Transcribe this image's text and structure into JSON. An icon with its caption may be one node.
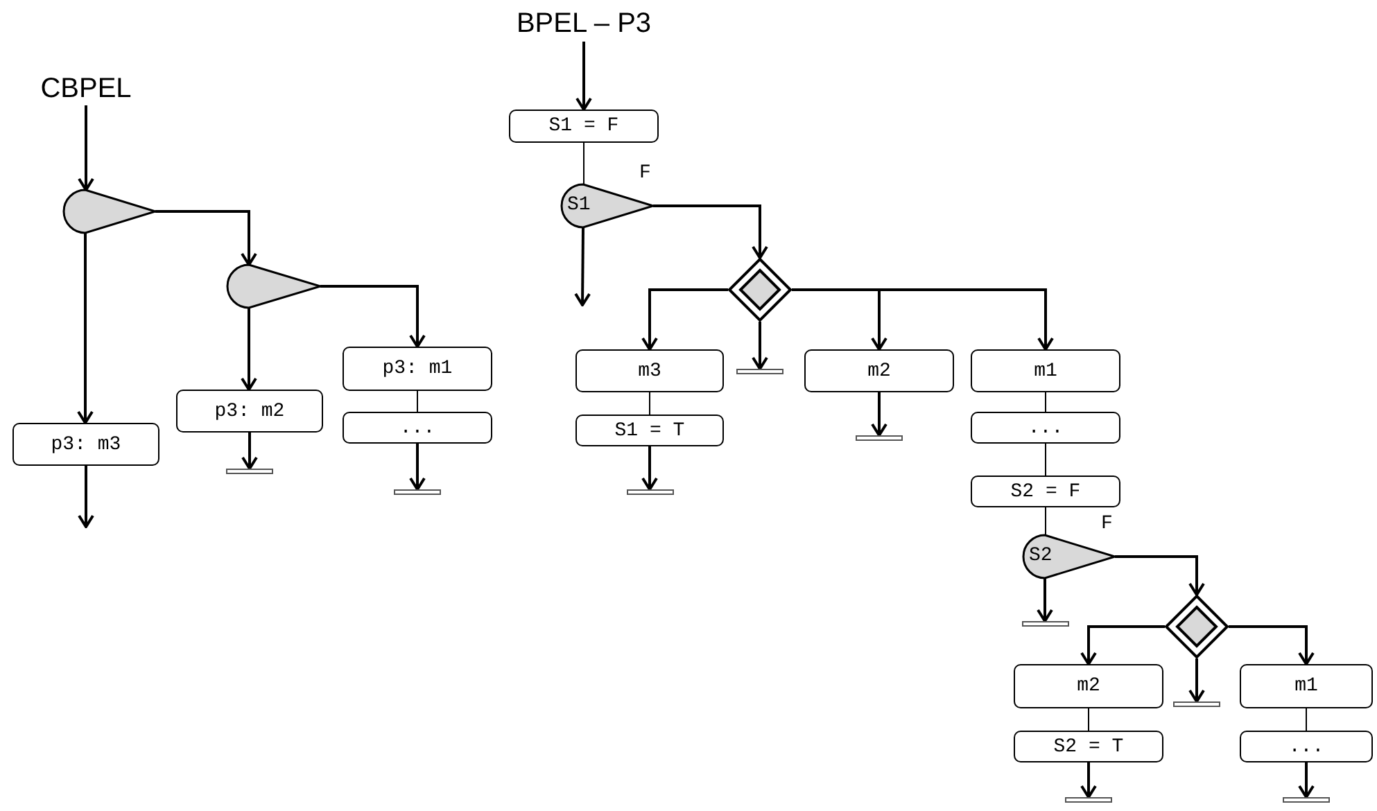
{
  "diagram": {
    "nodes": [
      {
        "text": [
          "CBPEL"
        ]
      },
      {
        "text": [],
        "shape": "teardrop"
      },
      {
        "text": [],
        "shape": "teardrop"
      },
      {
        "text": [
          "p3: m3"
        ]
      },
      {
        "text": [
          "p3: m2"
        ]
      },
      {
        "text": [
          "p3: m1"
        ]
      },
      {
        "text": [
          "..."
        ]
      },
      {
        "text": [],
        "shape": "bar"
      },
      {
        "text": [],
        "shape": "bar"
      },
      {
        "text": [
          "BPEL – P3"
        ]
      },
      {
        "text": [
          "S1 = F"
        ]
      },
      {
        "text": [
          "S1"
        ],
        "beside": [
          "F"
        ]
      },
      {
        "text": [],
        "shape": "diamond"
      },
      {
        "text": [
          "m3"
        ]
      },
      {
        "text": [
          "S1 = T"
        ]
      },
      {
        "text": [],
        "shape": "bar"
      },
      {
        "text": [],
        "shape": "bar"
      },
      {
        "text": [
          "m2"
        ]
      },
      {
        "text": [],
        "shape": "bar"
      },
      {
        "text": [
          "m1"
        ]
      },
      {
        "text": [
          "..."
        ]
      },
      {
        "text": [
          "S2 = F"
        ]
      },
      {
        "text": [
          "S2"
        ],
        "beside": [
          "F"
        ]
      },
      {
        "text": [],
        "shape": "bar"
      },
      {
        "text": [],
        "shape": "diamond"
      },
      {
        "text": [
          "m2"
        ]
      },
      {
        "text": [
          "S2 = T"
        ]
      },
      {
        "text": [],
        "shape": "bar"
      },
      {
        "text": [],
        "shape": "bar"
      },
      {
        "text": [
          "m1"
        ]
      },
      {
        "text": [
          "..."
        ]
      },
      {
        "text": [],
        "shape": "bar"
      }
    ],
    "edges": [
      {
        "from": 0,
        "to": 1,
        "arrow": "to"
      },
      {
        "from": 1,
        "to": 3,
        "arrow": "to"
      },
      {
        "from": 1,
        "to": 2,
        "arrow": "to"
      },
      {
        "from": 2,
        "to": 4,
        "arrow": "to"
      },
      {
        "from": 2,
        "to": 5,
        "arrow": "to"
      },
      {
        "from": 5,
        "to": 6,
        "arrow": "none"
      },
      {
        "from": 4,
        "to": 7,
        "arrow": "to"
      },
      {
        "from": 6,
        "to": 8,
        "arrow": "to"
      },
      {
        "from": 3,
        "to": null,
        "arrow": "to"
      },
      {
        "from": 9,
        "to": 10,
        "arrow": "to"
      },
      {
        "from": 10,
        "to": 11,
        "arrow": "none"
      },
      {
        "from": 11,
        "to": null,
        "arrow": "to"
      },
      {
        "from": 11,
        "to": 12,
        "arrow": "to"
      },
      {
        "from": 12,
        "to": 13,
        "arrow": "to"
      },
      {
        "from": 12,
        "to": 16,
        "arrow": "to"
      },
      {
        "from": 12,
        "to": 17,
        "arrow": "to"
      },
      {
        "from": 12,
        "to": 19,
        "arrow": "to"
      },
      {
        "from": 13,
        "to": 14,
        "arrow": "none"
      },
      {
        "from": 14,
        "to": 15,
        "arrow": "to"
      },
      {
        "from": 17,
        "to": 18,
        "arrow": "to"
      },
      {
        "from": 19,
        "to": 20,
        "arrow": "none"
      },
      {
        "from": 20,
        "to": 21,
        "arrow": "none"
      },
      {
        "from": 21,
        "to": 22,
        "arrow": "none"
      },
      {
        "from": 22,
        "to": 23,
        "arrow": "to"
      },
      {
        "from": 22,
        "to": 24,
        "arrow": "to"
      },
      {
        "from": 24,
        "to": 25,
        "arrow": "to"
      },
      {
        "from": 24,
        "to": 28,
        "arrow": "to"
      },
      {
        "from": 24,
        "to": 29,
        "arrow": "to"
      },
      {
        "from": 25,
        "to": 26,
        "arrow": "none"
      },
      {
        "from": 26,
        "to": 27,
        "arrow": "to"
      },
      {
        "from": 29,
        "to": 30,
        "arrow": "none"
      },
      {
        "from": 30,
        "to": 31,
        "arrow": "to"
      }
    ]
  }
}
